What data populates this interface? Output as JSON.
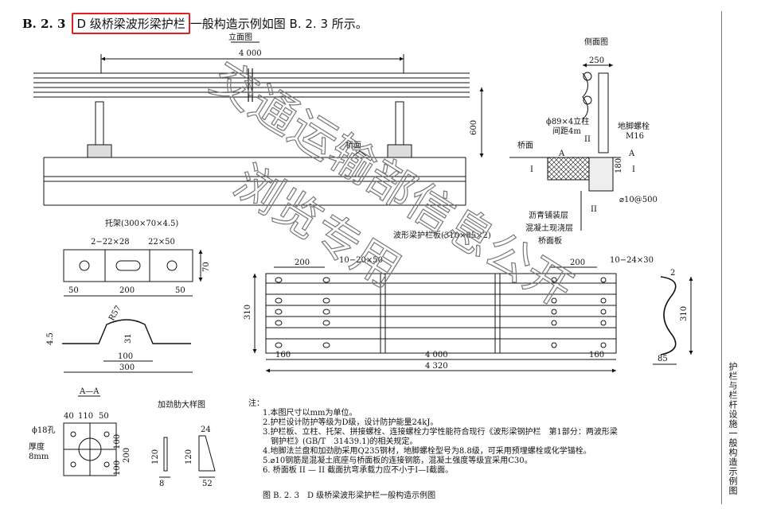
{
  "heading": {
    "number": "B. 2. 3",
    "highlight": "D 级桥梁波形梁护栏",
    "rest": "一般构造示例如图 B. 2. 3 所示。"
  },
  "side_title": "护栏与栏杆设施一般构造示例图",
  "views": {
    "elevation": {
      "title": "立面图",
      "dim_length": "4 000",
      "dim_height": "600",
      "deck_label": "桥面"
    },
    "side": {
      "title": "侧面图",
      "dim_width": "250",
      "post": "ϕ89×4立柱",
      "spacing": "间距4m",
      "anchor": "地脚螺栓",
      "anchor_size": "M16",
      "deck_label": "桥面",
      "mark_a": "A",
      "mark_i": "I",
      "mark_ii": "II",
      "dim_180": "180",
      "rebar": "⌀10@500",
      "layer1": "沥青铺装层",
      "layer2": "混凝土现浇层",
      "layer3": "桥面板"
    },
    "bracket": {
      "title": "托架(300×70×4.5)",
      "hole1": "2−22×28",
      "hole2": "22×50",
      "dim_h": "70",
      "dim_a": "50",
      "dim_b": "200",
      "dim_c": "50",
      "dim_t": "4.5",
      "dim_r": "R57",
      "dim_31": "31",
      "dim_100": "100",
      "dim_300": "300"
    },
    "beam": {
      "title": "波形梁护栏板(310×85×2)",
      "dim_200a": "200",
      "holes_a": "10−20×50",
      "dim_200b": "200",
      "holes_b": "10−24×30",
      "dim_310": "310",
      "dim_160a": "160",
      "dim_4000": "4 000",
      "dim_160b": "160",
      "dim_4320": "4 320",
      "sec_2": "2",
      "sec_310": "310",
      "sec_85": "85"
    },
    "section_aa": {
      "title": "A—A",
      "d40": "40",
      "d110": "110",
      "d50": "50",
      "hole": "ϕ18孔",
      "thick1": "厚度",
      "thick2": "8mm",
      "d100a": "100",
      "d100b": "100",
      "d200": "200"
    },
    "stiffener": {
      "title": "加劲肋大样图",
      "d24": "24",
      "d120a": "120",
      "d120b": "120",
      "d8": "8",
      "d52": "52"
    }
  },
  "notes": {
    "head": "注：",
    "items": [
      "1.本图尺寸以mm为单位。",
      "2.护栏设计防护等级为D级，设计防护能量24kJ。",
      "3.护栏板、立柱、托架、拼接螺栓、连接螺栓力学性能符合现行《波形梁钢护栏　第1部分：两波形梁",
      "　钢护栏》(GB/T　31439.1)的相关规定。",
      "4.地脚法兰盘和加劲肋采用Q235钢材，地脚螺栓型号为8.8级，可采用预埋螺栓或化学锚栓。",
      "5.⌀10钢筋是混凝土底座与桥面板的连接钢筋，混凝土强度等级宜采用C30。",
      "6. 桥面板 II — II 截面抗弯承载力应不小于I—I截面。"
    ]
  },
  "caption": "图 B. 2. 3　D 级桥梁波形梁护栏一般构造示例图",
  "watermark": {
    "line1": "交通运输部信息公开",
    "line2": "浏览专用"
  }
}
